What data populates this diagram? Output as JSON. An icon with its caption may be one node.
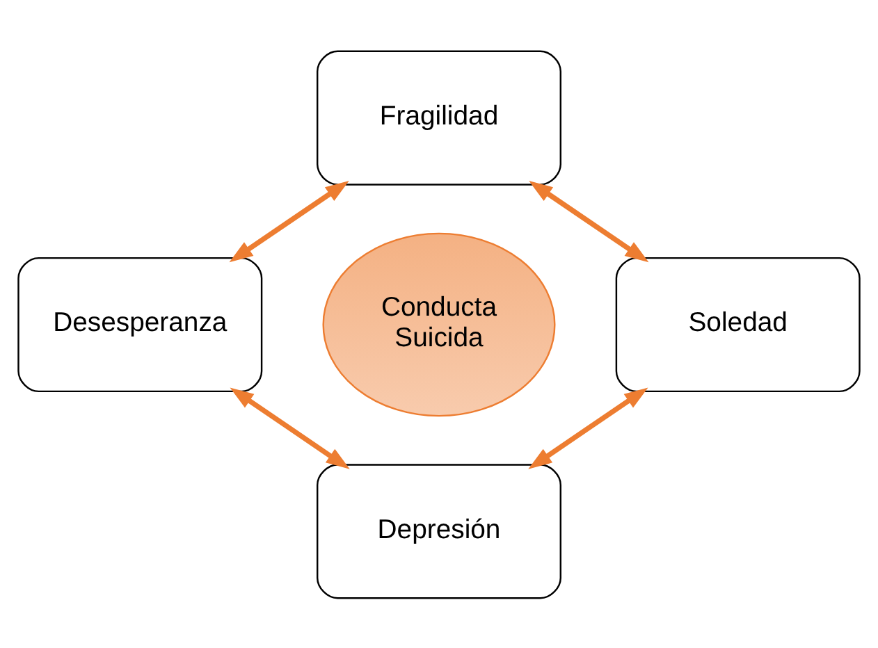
{
  "diagram": {
    "nodes": [
      {
        "text": [
          "Fragilidad"
        ]
      },
      {
        "text": [
          "Desesperanza"
        ]
      },
      {
        "text": [
          "Conducta Suicida"
        ]
      },
      {
        "text": [
          "Soledad"
        ]
      },
      {
        "text": [
          "Depresión"
        ]
      }
    ],
    "edges": [
      {
        "from": 0,
        "to": 3,
        "arrow": "both"
      },
      {
        "from": 3,
        "to": 4,
        "arrow": "both"
      },
      {
        "from": 4,
        "to": 1,
        "arrow": "both"
      },
      {
        "from": 1,
        "to": 0,
        "arrow": "both"
      }
    ]
  }
}
